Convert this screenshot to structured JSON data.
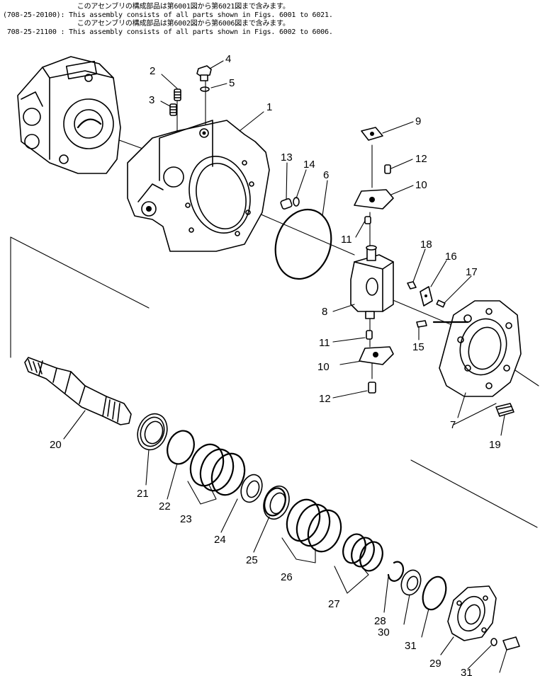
{
  "header": {
    "lines": [
      "                  このアセンブリの構成部品は第6001図から第6021図まで含みます。",
      "(708-25-20100): This assembly consists of all parts shown in Figs. 6001 to 6021.",
      "                  このアセンブリの構成部品は第6002図から第6006図まで含みます。",
      " 708-25-21100 : This assembly consists of all parts shown in Figs. 6002 to 6006."
    ]
  },
  "callouts": {
    "c1": "1",
    "c2": "2",
    "c3": "3",
    "c4": "4",
    "c5": "5",
    "c6": "6",
    "c7": "7",
    "c8": "8",
    "c9": "9",
    "c10a": "10",
    "c10b": "10",
    "c11a": "11",
    "c11b": "11",
    "c12a": "12",
    "c12b": "12",
    "c13": "13",
    "c14": "14",
    "c15": "15",
    "c16": "16",
    "c17": "17",
    "c18": "18",
    "c19": "19",
    "c20": "20",
    "c21": "21",
    "c22": "22",
    "c23": "23",
    "c24": "24",
    "c25": "25",
    "c26": "26",
    "c27": "27",
    "c28": "28",
    "c29": "29",
    "c30": "30",
    "c31": "31",
    "c32": "31"
  },
  "colors": {
    "ink": "#000000",
    "paper": "#ffffff"
  }
}
